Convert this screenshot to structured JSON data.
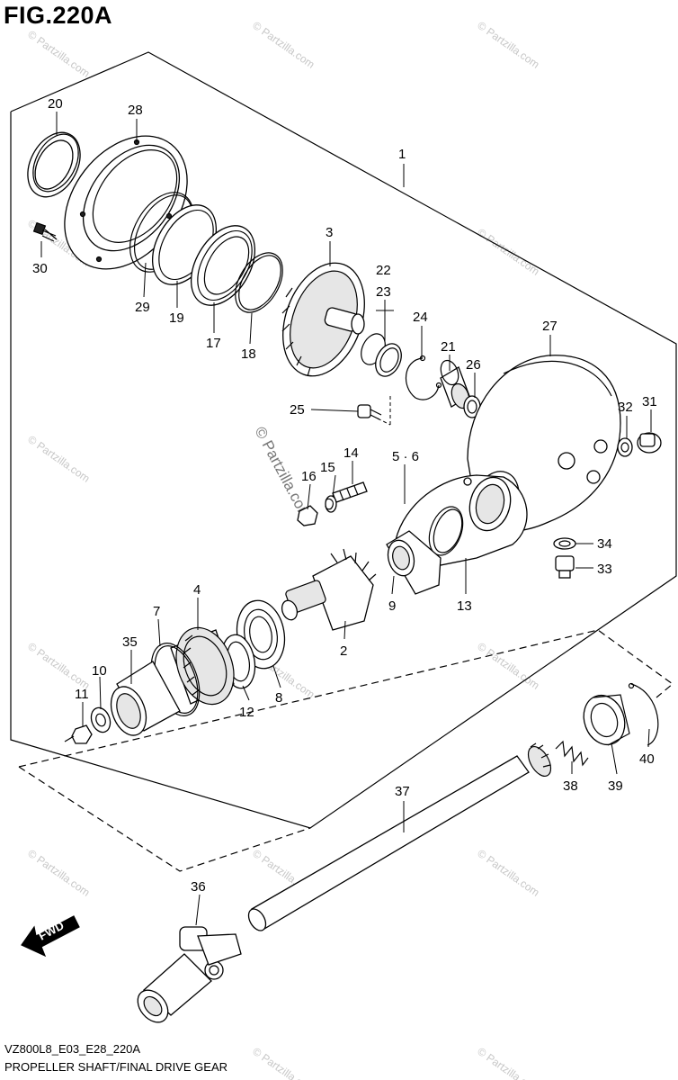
{
  "figure": {
    "title": "FIG.220A",
    "code": "VZ800L8_E03_E28_220A",
    "caption": "PROPELLER SHAFT/FINAL DRIVE GEAR"
  },
  "watermark": {
    "text": "© Partzilla.com",
    "diagonal_text": "© Partzilla.com"
  },
  "fwd_label": "FWD",
  "callouts": [
    {
      "id": "c1",
      "text": "1"
    },
    {
      "id": "c2",
      "text": "2"
    },
    {
      "id": "c3",
      "text": "3"
    },
    {
      "id": "c4",
      "text": "4"
    },
    {
      "id": "c56",
      "text": "5 · 6"
    },
    {
      "id": "c7",
      "text": "7"
    },
    {
      "id": "c8",
      "text": "8"
    },
    {
      "id": "c9",
      "text": "9"
    },
    {
      "id": "c10",
      "text": "10"
    },
    {
      "id": "c11",
      "text": "11"
    },
    {
      "id": "c12",
      "text": "12"
    },
    {
      "id": "c13",
      "text": "13"
    },
    {
      "id": "c14",
      "text": "14"
    },
    {
      "id": "c15",
      "text": "15"
    },
    {
      "id": "c16",
      "text": "16"
    },
    {
      "id": "c17",
      "text": "17"
    },
    {
      "id": "c18",
      "text": "18"
    },
    {
      "id": "c19",
      "text": "19"
    },
    {
      "id": "c20",
      "text": "20"
    },
    {
      "id": "c21",
      "text": "21"
    },
    {
      "id": "c22",
      "text": "22"
    },
    {
      "id": "c23",
      "text": "23"
    },
    {
      "id": "c24",
      "text": "24"
    },
    {
      "id": "c25",
      "text": "25"
    },
    {
      "id": "c26",
      "text": "26"
    },
    {
      "id": "c27",
      "text": "27"
    },
    {
      "id": "c28",
      "text": "28"
    },
    {
      "id": "c29",
      "text": "29"
    },
    {
      "id": "c30",
      "text": "30"
    },
    {
      "id": "c31",
      "text": "31"
    },
    {
      "id": "c32",
      "text": "32"
    },
    {
      "id": "c33",
      "text": "33"
    },
    {
      "id": "c34",
      "text": "34"
    },
    {
      "id": "c35",
      "text": "35"
    },
    {
      "id": "c36",
      "text": "36"
    },
    {
      "id": "c37",
      "text": "37"
    },
    {
      "id": "c38",
      "text": "38"
    },
    {
      "id": "c39",
      "text": "39"
    },
    {
      "id": "c40",
      "text": "40"
    }
  ]
}
